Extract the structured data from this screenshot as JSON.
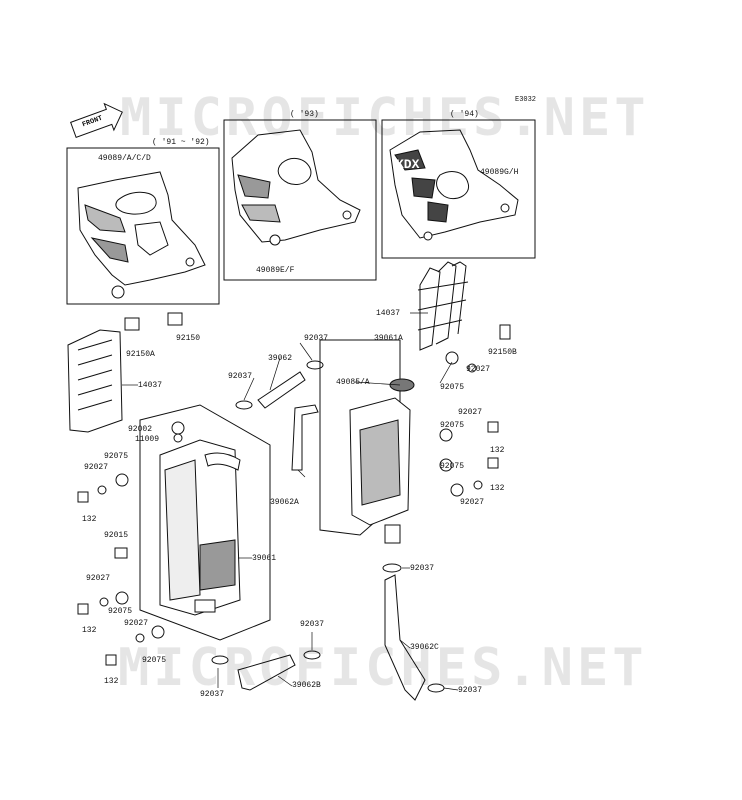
{
  "diagram": {
    "code": "E3032",
    "front_label": "FRONT",
    "watermark": "MICROFICHES.NET",
    "boxes": [
      {
        "title": "( '91 ~ '92)",
        "part": "49089/A/C/D"
      },
      {
        "title": "( '93)",
        "part": "49089E/F"
      },
      {
        "title": "( '94)",
        "part": "49089G/H"
      }
    ],
    "decal_text": "KDX",
    "labels": [
      "14037",
      "92150A",
      "92150",
      "14037",
      "92150B",
      "92027",
      "92075",
      "92037",
      "39062",
      "39061A",
      "92037",
      "49085/A",
      "92027",
      "92075",
      "132",
      "92075",
      "132",
      "92027",
      "92002",
      "11009",
      "92075",
      "92027",
      "132",
      "39062A",
      "92015",
      "92027",
      "92075",
      "132",
      "39061",
      "92027",
      "92075",
      "132",
      "92037",
      "39062B",
      "92037",
      "92037",
      "39062C",
      "92037"
    ]
  }
}
